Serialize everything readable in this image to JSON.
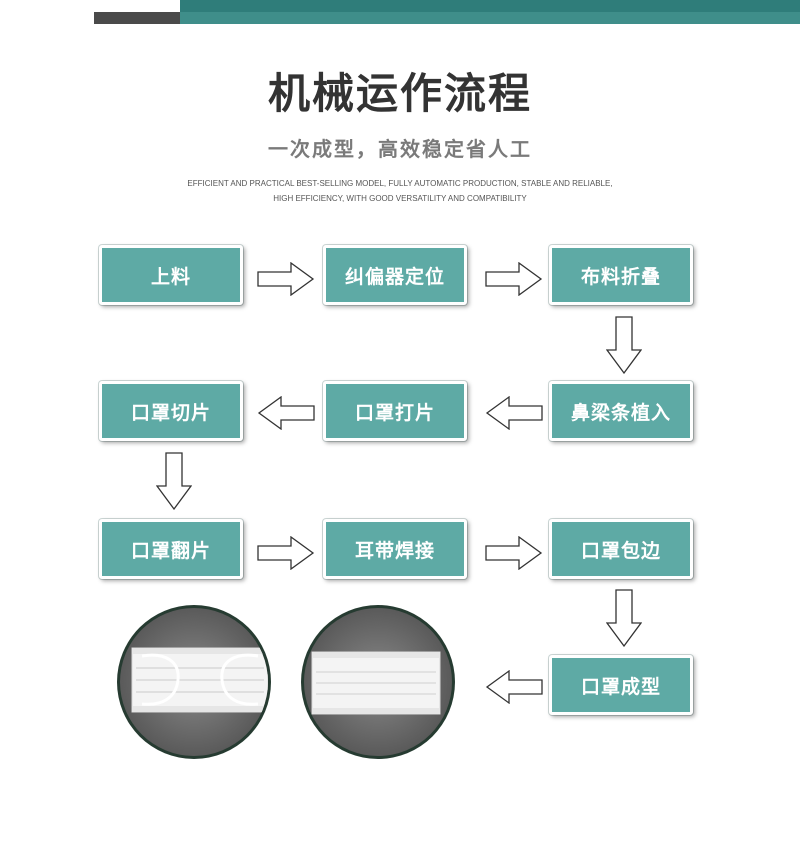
{
  "header": {
    "title": "机械运作流程",
    "subtitle": "一次成型，高效稳定省人工",
    "english_line1": "EFFICIENT AND PRACTICAL BEST-SELLING MODEL, FULLY AUTOMATIC PRODUCTION, STABLE AND RELIABLE,",
    "english_line2": "HIGH EFFICIENCY, WITH GOOD VERSATILITY AND COMPATIBILITY"
  },
  "colors": {
    "accent_teal": "#5eaaa5",
    "top_bar_teal": "#2f7d7a",
    "top_bar_dark": "#4a4a4a"
  },
  "flow": {
    "steps": [
      {
        "label": "上料"
      },
      {
        "label": "纠偏器定位"
      },
      {
        "label": "布料折叠"
      },
      {
        "label": "鼻梁条植入"
      },
      {
        "label": "口罩打片"
      },
      {
        "label": "口罩切片"
      },
      {
        "label": "口罩翻片"
      },
      {
        "label": "耳带焊接"
      },
      {
        "label": "口罩包边"
      },
      {
        "label": "口罩成型"
      }
    ]
  },
  "photos": [
    {
      "subject": "mask-with-ear-loops"
    },
    {
      "subject": "flat-mask-blank"
    }
  ]
}
